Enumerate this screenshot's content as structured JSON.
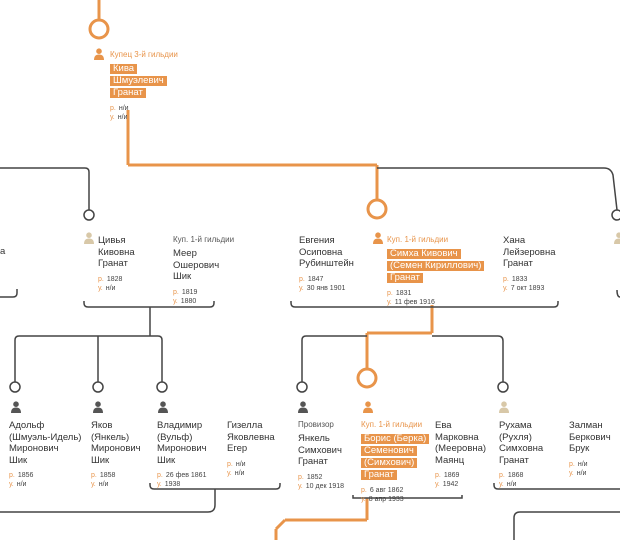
{
  "colors": {
    "accent": "#e8944a",
    "line": "#444444",
    "light_icon": "#d8c8a8",
    "dark_icon": "#555555",
    "text": "#333333"
  },
  "labels": {
    "born": "р.",
    "died": "у."
  },
  "root": {
    "title": "Купец 3-й гильдии",
    "name": [
      "Кива",
      "Шмуэлевич",
      "Гранат"
    ],
    "born": "н/и",
    "died": "н/и",
    "icon": "person-icon-orange"
  },
  "left_cut": {
    "name_fragment": "а"
  },
  "children": [
    {
      "name": [
        "Цивья",
        "Кивовна",
        "Гранат"
      ],
      "born": "1828",
      "died": "н/и",
      "icon": "person-icon-light"
    },
    {
      "title": "Куп. 1-й гильдии",
      "name": [
        "Меер",
        "Ошерович",
        "Шик"
      ],
      "born": "1819",
      "died": "1880"
    },
    {
      "name": [
        "Евгения",
        "Осиповна",
        "Рубинштейн"
      ],
      "born": "1847",
      "died": "30 янв 1901"
    },
    {
      "title": "Куп. 1-й гильдии",
      "name": [
        "Симха Кивович",
        "(Семен Кириллович)",
        "Гранат"
      ],
      "born": "1831",
      "died": "11 фев 1916",
      "icon": "person-icon-orange"
    },
    {
      "name": [
        "Хана",
        "Лейзеровна",
        "Гранат"
      ],
      "born": "1833",
      "died": "7 окт 1893"
    }
  ],
  "grandchildren": [
    {
      "name": [
        "Адольф",
        "(Шмуэль-Идель)",
        "Миронович",
        "Шик"
      ],
      "born": "1856",
      "died": "н/и",
      "icon": "person-icon-dark"
    },
    {
      "name": [
        "Яков",
        "(Янкель)",
        "Миронович",
        "Шик"
      ],
      "born": "1858",
      "died": "н/и",
      "icon": "person-icon-dark"
    },
    {
      "name": [
        "Владимир",
        "(Вульф)",
        "Миронович",
        "Шик"
      ],
      "born": "26 фев 1861",
      "died": "1938",
      "icon": "person-icon-dark"
    },
    {
      "name": [
        "Гизелла",
        "Яковлевна",
        "Егер"
      ],
      "born": "н/и",
      "died": "н/и"
    },
    {
      "title": "Провизор",
      "name": [
        "Янкель",
        "Симхович",
        "Гранат"
      ],
      "born": "1852",
      "died": "10 дек 1918",
      "icon": "person-icon-dark"
    },
    {
      "title": "Куп. 1-й гильдии",
      "name": [
        "Борис (Берка)",
        "Семенович",
        "(Симхович)",
        "Гранат"
      ],
      "born": "6 авг 1862",
      "died": "8 апр 1933",
      "icon": "person-icon-orange"
    },
    {
      "name": [
        "Ева",
        "Марковна",
        "(Мееровна)",
        "Маянц"
      ],
      "born": "1869",
      "died": "1942"
    },
    {
      "name": [
        "Рухама",
        "(Рухля)",
        "Симховна",
        "Гранат"
      ],
      "born": "1868",
      "died": "н/и",
      "icon": "person-icon-light"
    },
    {
      "name": [
        "Залман",
        "Беркович",
        "Брук"
      ],
      "born": "н/и",
      "died": "н/и"
    }
  ]
}
